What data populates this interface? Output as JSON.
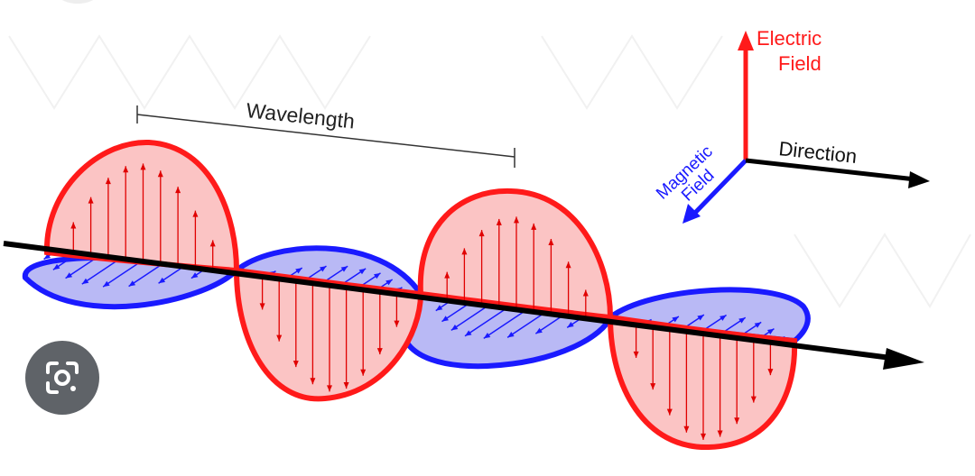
{
  "labels": {
    "wavelength": "Wavelength",
    "electric_line1": "Electric",
    "electric_line2": "Field",
    "magnetic_line1": "Magnetic",
    "magnetic_line2": "Field",
    "direction": "Direction"
  },
  "icons": {
    "lens": "lens-search-icon"
  },
  "colors": {
    "electric": "#ff1a1a",
    "electric_fill": "#fbc4c4",
    "magnetic": "#1a1aff",
    "magnetic_fill": "#b9b9f5",
    "axis": "#000000",
    "lens_bg": "#5f6368"
  }
}
